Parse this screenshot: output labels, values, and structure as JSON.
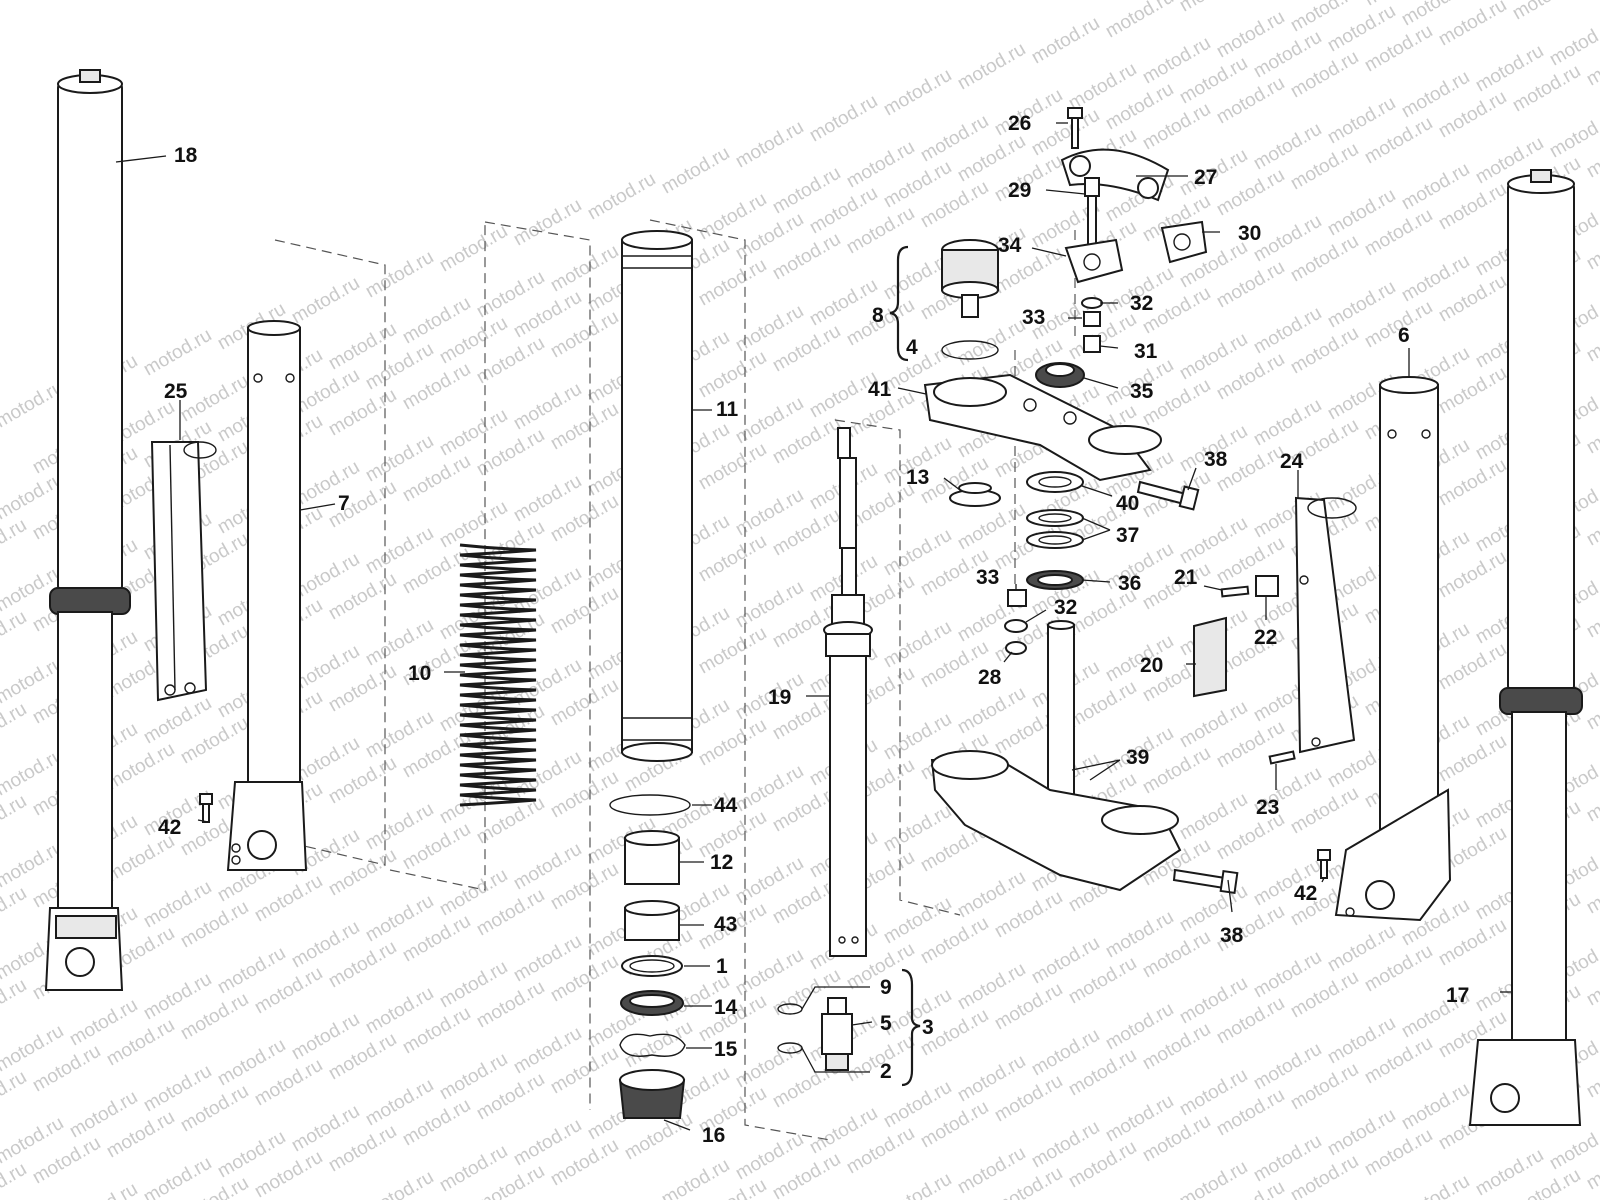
{
  "watermark": "motod.ru",
  "callouts": {
    "c1": "1",
    "c2": "2",
    "c3": "3",
    "c4": "4",
    "c5": "5",
    "c6": "6",
    "c7": "7",
    "c8": "8",
    "c9": "9",
    "c10": "10",
    "c11": "11",
    "c12": "12",
    "c13": "13",
    "c14": "14",
    "c15": "15",
    "c16": "16",
    "c17": "17",
    "c18": "18",
    "c19": "19",
    "c20": "20",
    "c21": "21",
    "c22": "22",
    "c23": "23",
    "c24": "24",
    "c25": "25",
    "c26": "26",
    "c27": "27",
    "c28": "28",
    "c29": "29",
    "c30": "30",
    "c31": "31",
    "c32a": "32",
    "c32b": "32",
    "c33a": "33",
    "c33b": "33",
    "c34": "34",
    "c35": "35",
    "c36": "36",
    "c37": "37",
    "c38a": "38",
    "c38b": "38",
    "c39": "39",
    "c40": "40",
    "c41": "41",
    "c42a": "42",
    "c42b": "42",
    "c43": "43",
    "c44": "44"
  }
}
